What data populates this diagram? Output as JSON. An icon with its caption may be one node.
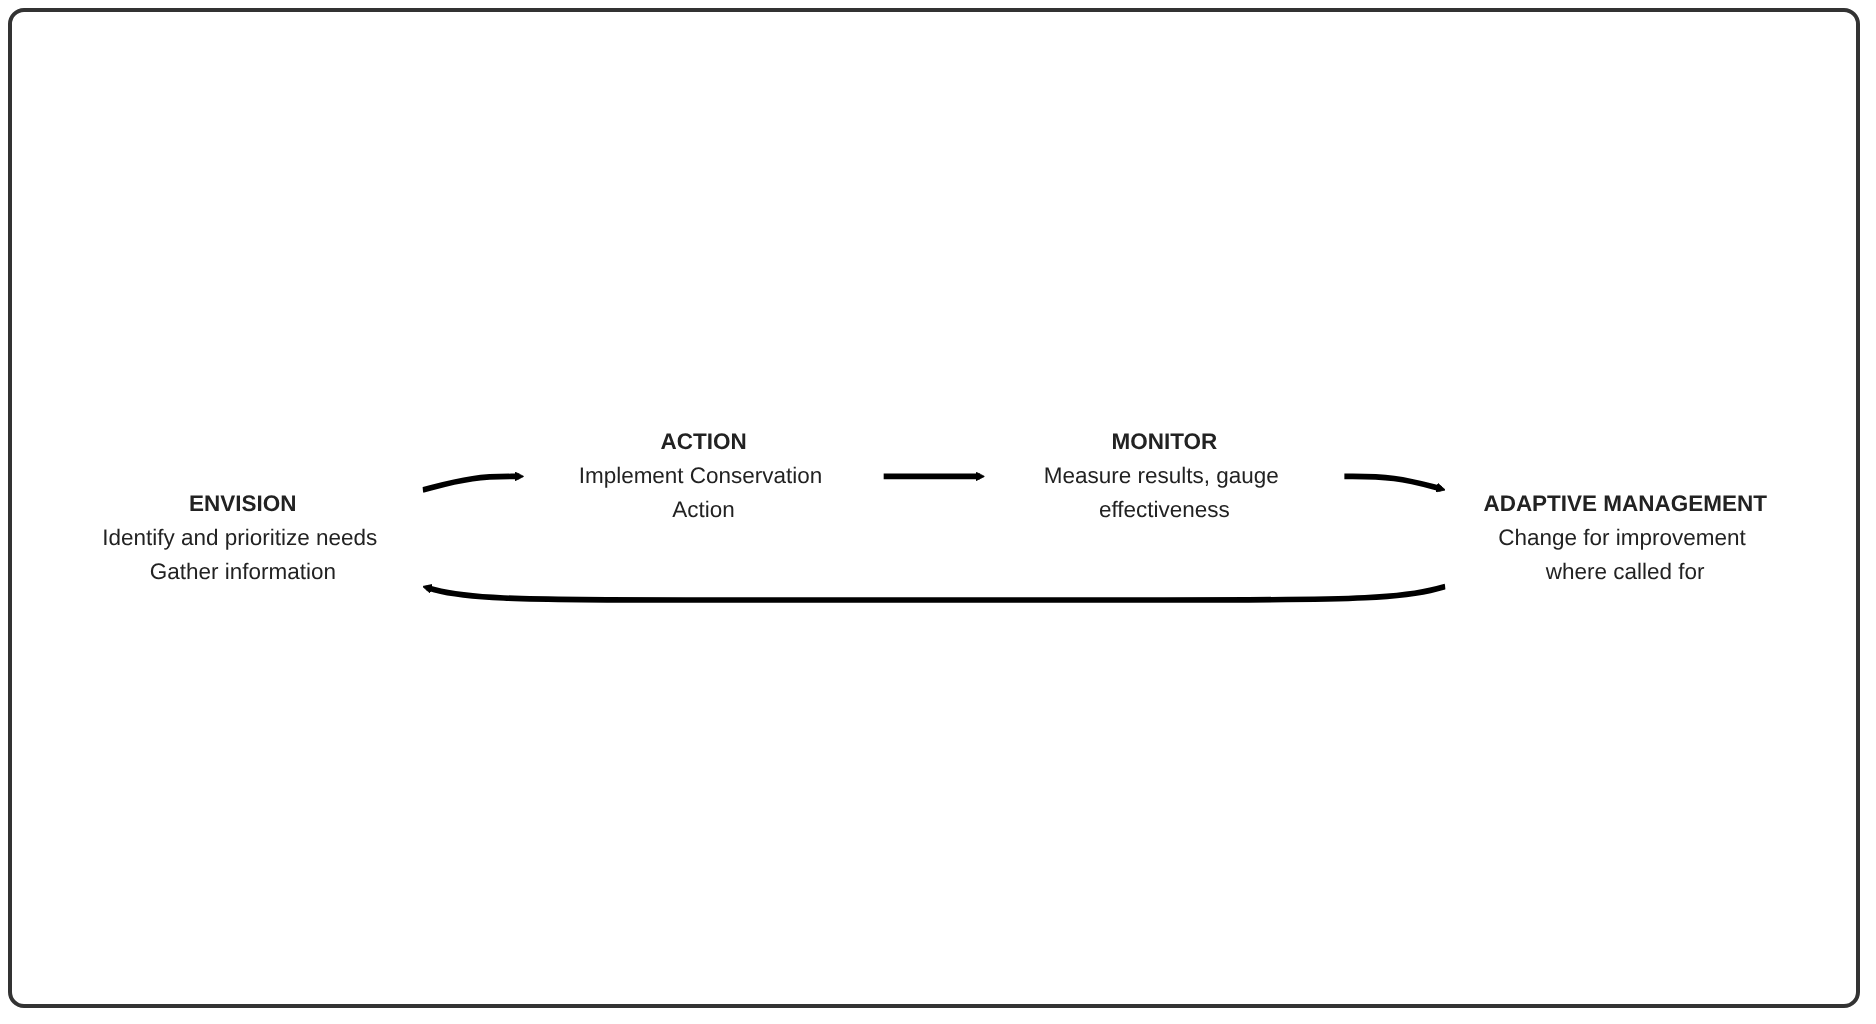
{
  "diagram": {
    "nodes": [
      {
        "text": [
          "ENVISION",
          "Identify and prioritize needs Gather information"
        ]
      },
      {
        "text": [
          "ACTION",
          "Implement Conservation Action"
        ]
      },
      {
        "text": [
          "MONITOR",
          "Measure results, gauge effectiveness"
        ]
      },
      {
        "text": [
          "ADAPTIVE MANAGEMENT",
          "Change for improvement where called for"
        ]
      }
    ],
    "edges": [
      {
        "from": 0,
        "to": 1,
        "arrow": "to"
      },
      {
        "from": 1,
        "to": 2,
        "arrow": "to"
      },
      {
        "from": 2,
        "to": 3,
        "arrow": "to"
      },
      {
        "from": 3,
        "to": 0,
        "arrow": "to"
      }
    ]
  }
}
